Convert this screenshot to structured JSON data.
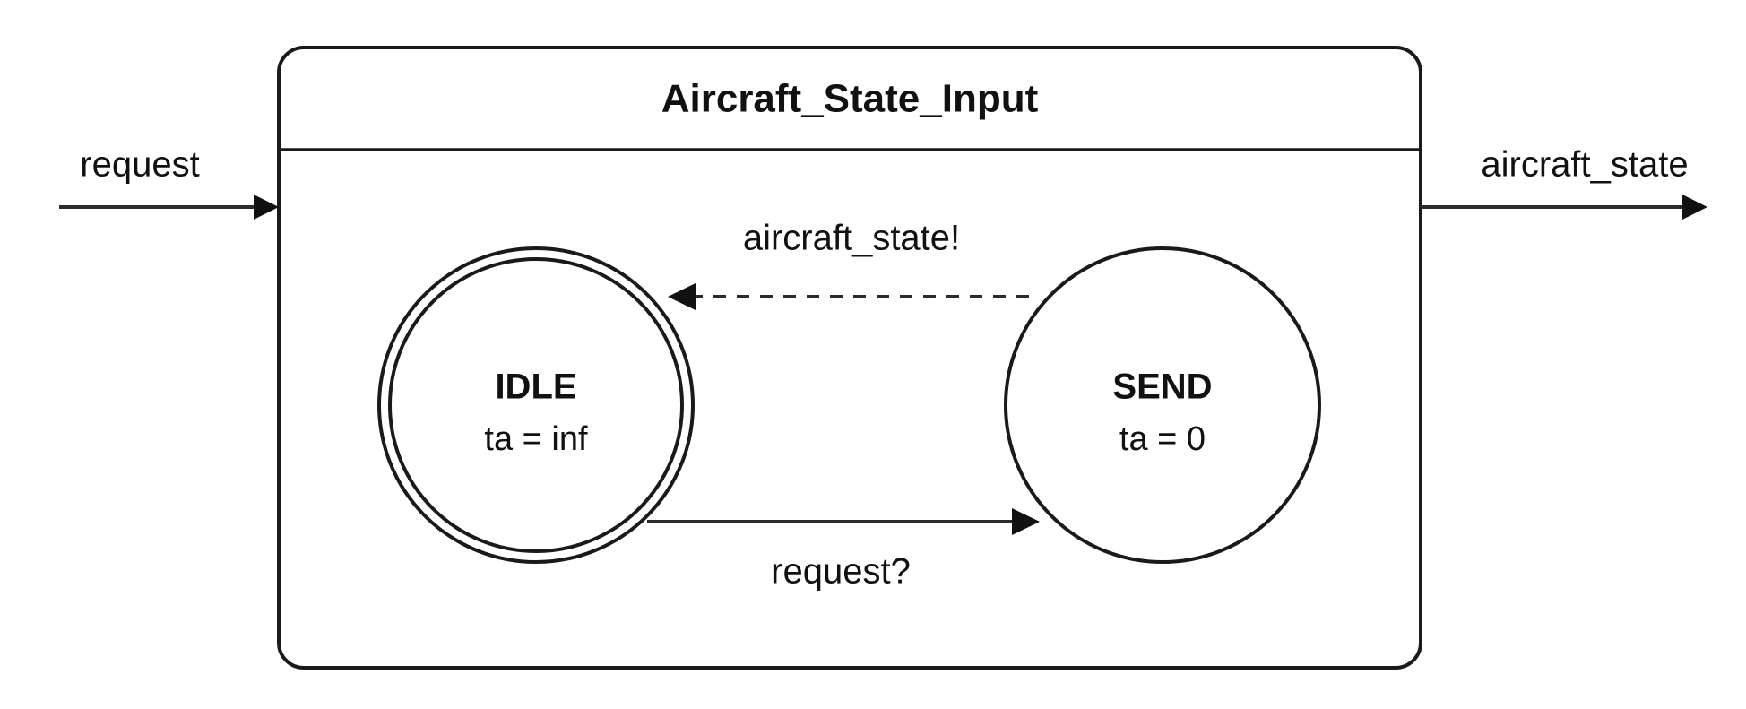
{
  "diagram": {
    "type": "state-machine",
    "model_title": "Aircraft_State_Input",
    "background_color": "#ffffff",
    "line_color": "#1a1a1a",
    "text_color": "#111111"
  },
  "ports": {
    "input": {
      "label": "request",
      "direction": "in",
      "side": "left"
    },
    "output": {
      "label": "aircraft_state",
      "direction": "out",
      "side": "right"
    }
  },
  "states": [
    {
      "id": "idle",
      "name": "IDLE",
      "ta_label": "ta = inf",
      "initial": true,
      "shape": "double-circle"
    },
    {
      "id": "send",
      "name": "SEND",
      "ta_label": "ta = 0",
      "initial": false,
      "shape": "circle"
    }
  ],
  "transitions": [
    {
      "id": "send-to-idle",
      "label": "aircraft_state!",
      "from": "send",
      "to": "idle",
      "style": "dashed",
      "kind": "output"
    },
    {
      "id": "idle-to-send",
      "label": "request?",
      "from": "idle",
      "to": "send",
      "style": "solid",
      "kind": "input"
    }
  ]
}
